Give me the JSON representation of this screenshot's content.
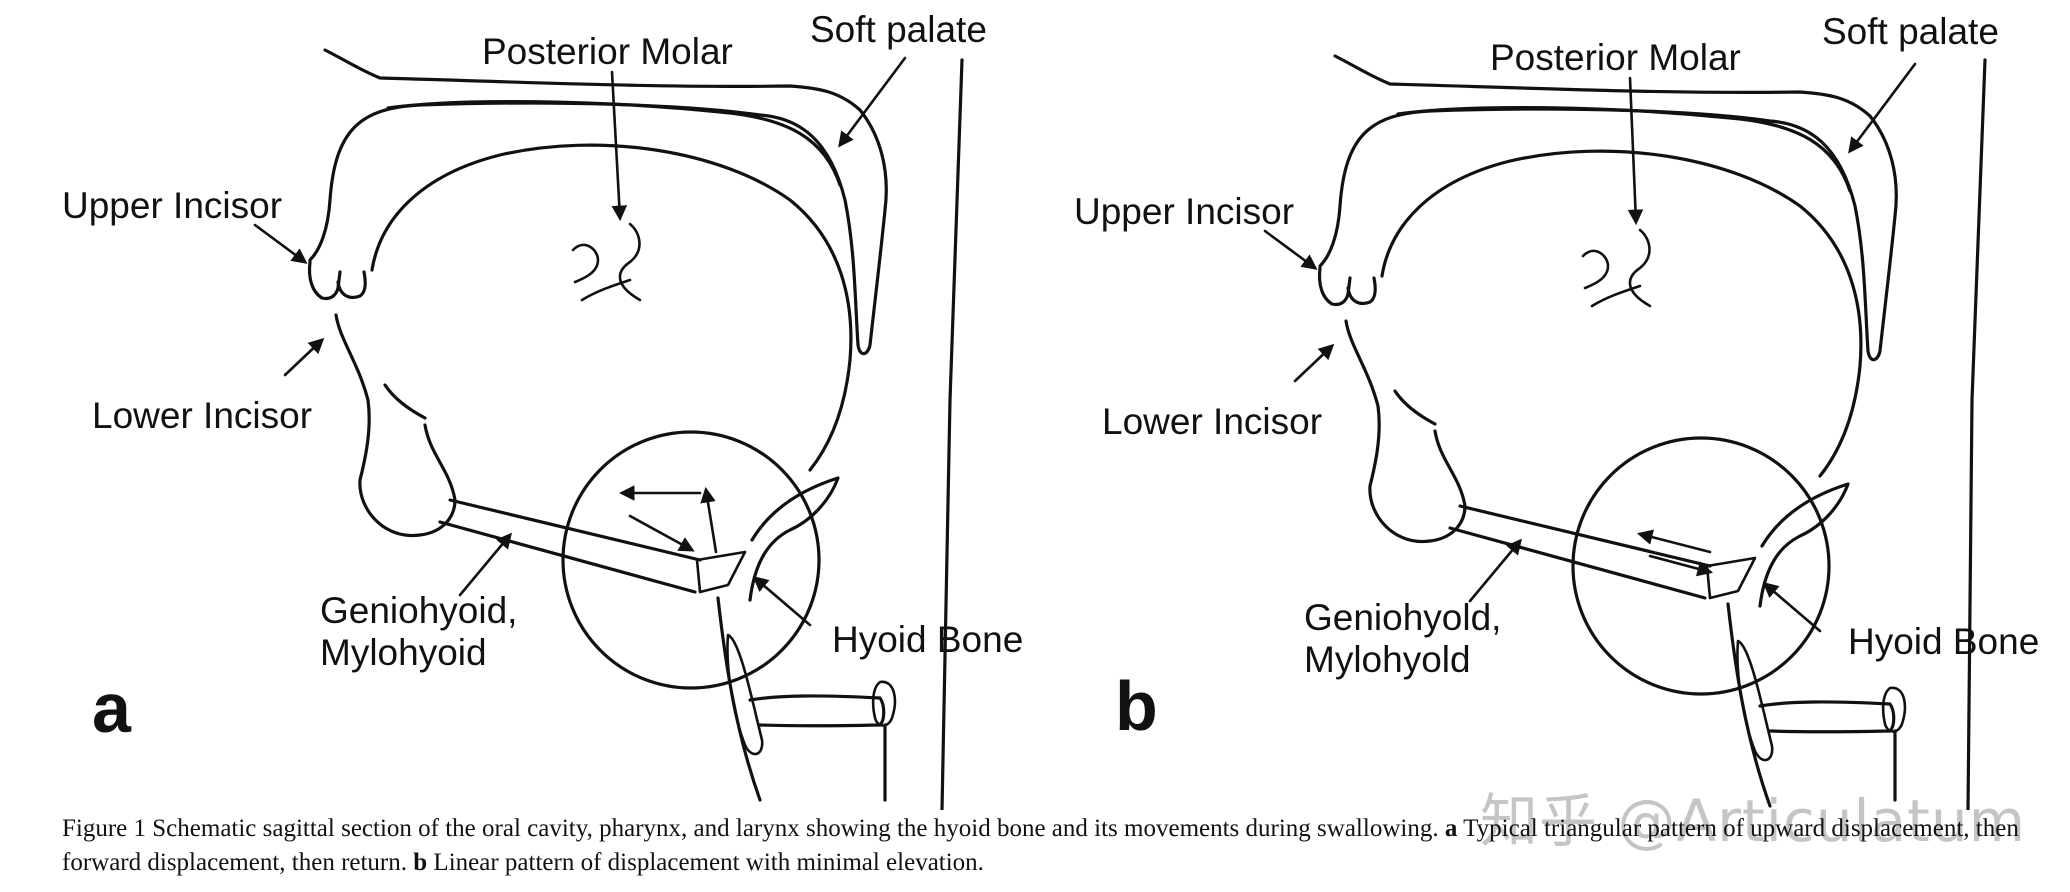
{
  "panels": [
    {
      "letter": "a",
      "labels": {
        "posterior_molar": "Posterior Molar",
        "soft_palate": "Soft palate",
        "upper_incisor": "Upper Incisor",
        "lower_incisor": "Lower Incisor",
        "geniohyoid_1": "Geniohyoid,",
        "geniohyoid_2": "Mylohyoid",
        "hyoid_bone": "Hyoid Bone"
      },
      "movement_pattern": "triangular"
    },
    {
      "letter": "b",
      "labels": {
        "posterior_molar": "Posterior Molar",
        "soft_palate": "Soft palate",
        "upper_incisor": "Upper Incisor",
        "lower_incisor": "Lower Incisor",
        "geniohyoid_1": "Geniohyold,",
        "geniohyoid_2": "Mylohyold",
        "hyoid_bone": "Hyoid Bone"
      },
      "movement_pattern": "linear"
    }
  ],
  "caption": {
    "lead": "Figure 1 Schematic sagittal section of the oral cavity, pharynx, and larynx showing the hyoid bone and its movements during swallowing. ",
    "a_letter": "a",
    "a_text": " Typical triangular pattern of upward displacement, then forward displacement, then return. ",
    "b_letter": "b",
    "b_text": " Linear pattern of displacement with minimal elevation."
  },
  "watermark": "知乎 @Articulatum"
}
